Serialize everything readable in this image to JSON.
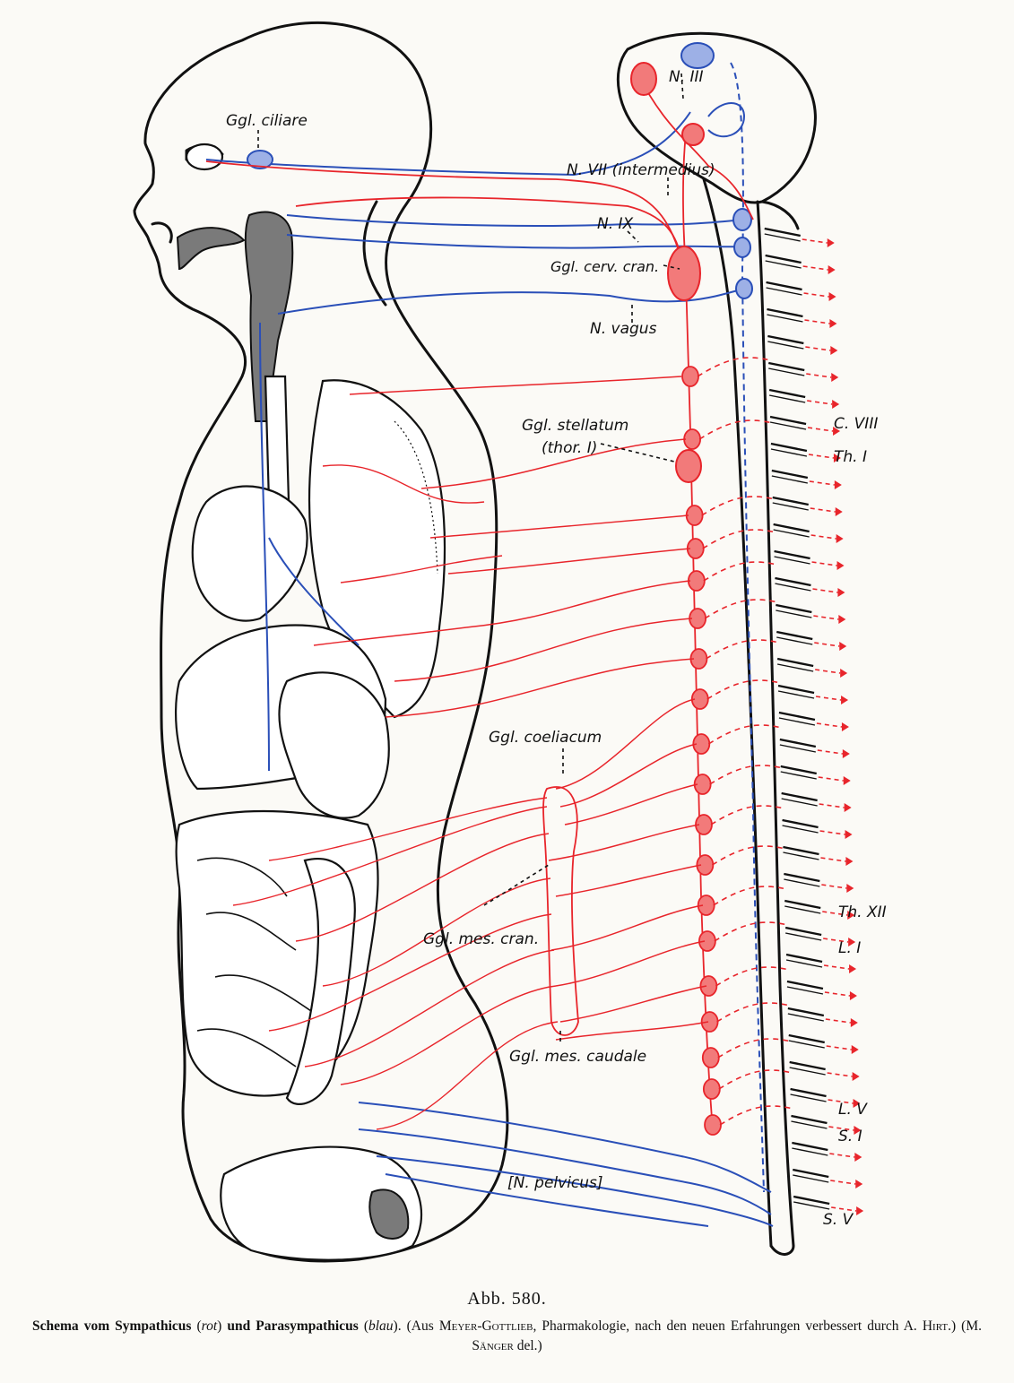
{
  "labels": {
    "ggl_ciliare": "Ggl. ciliare",
    "n_iii": "N. III",
    "n_vii": "N. VII (intermedius)",
    "n_ix": "N. IX",
    "ggl_cerv_cran": "Ggl. cerv. cran.",
    "n_vagus": "N. vagus",
    "ggl_stellatum": "Ggl. stellatum",
    "thor_i": "(thor. I)",
    "ggl_coeliacum": "Ggl. coeliacum",
    "ggl_mes_cran": "Ggl. mes. cran.",
    "ggl_mes_caudale": "Ggl. mes. caudale",
    "n_pelvicus": "[N. pelvicus]"
  },
  "segments": {
    "c_viii": "C. VIII",
    "th_i": "Th. I",
    "th_xii": "Th. XII",
    "l_i": "L. I",
    "l_v": "L. V",
    "s_i": "S. I",
    "s_v": "S. V"
  },
  "caption": {
    "figure_number": "Abb. 580.",
    "t1": "Schema vom Sympathicus",
    "t2": "rot",
    "t3": "und Parasympathicus",
    "t4": "blau",
    "t5": ". (Aus ",
    "t6": "Meyer-Gottlieb",
    "t7": ", Pharmakologie, nach den neuen Erfahrungen verbessert durch A. ",
    "t8": "Hirt",
    "t9": ".) (M. ",
    "t10": "Sänger",
    "t11": " del.)"
  },
  "colors": {
    "sympathicus": "#e8252b",
    "parasympathicus": "#2a4fb8",
    "outline": "#111111",
    "paper": "#fbfaf6"
  }
}
